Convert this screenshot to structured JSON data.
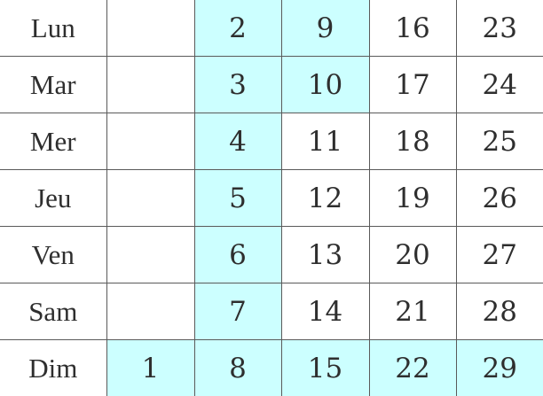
{
  "calendar": {
    "highlight_color": "#ccffff",
    "rows": [
      {
        "day": "Lun",
        "cells": [
          {
            "text": "",
            "hl": false
          },
          {
            "text": "2",
            "hl": true
          },
          {
            "text": "9",
            "hl": true
          },
          {
            "text": "16",
            "hl": false
          },
          {
            "text": "23",
            "hl": false
          }
        ]
      },
      {
        "day": "Mar",
        "cells": [
          {
            "text": "",
            "hl": false
          },
          {
            "text": "3",
            "hl": true
          },
          {
            "text": "10",
            "hl": true
          },
          {
            "text": "17",
            "hl": false
          },
          {
            "text": "24",
            "hl": false
          }
        ]
      },
      {
        "day": "Mer",
        "cells": [
          {
            "text": "",
            "hl": false
          },
          {
            "text": "4",
            "hl": true
          },
          {
            "text": "11",
            "hl": false
          },
          {
            "text": "18",
            "hl": false
          },
          {
            "text": "25",
            "hl": false
          }
        ]
      },
      {
        "day": "Jeu",
        "cells": [
          {
            "text": "",
            "hl": false
          },
          {
            "text": "5",
            "hl": true
          },
          {
            "text": "12",
            "hl": false
          },
          {
            "text": "19",
            "hl": false
          },
          {
            "text": "26",
            "hl": false
          }
        ]
      },
      {
        "day": "Ven",
        "cells": [
          {
            "text": "",
            "hl": false
          },
          {
            "text": "6",
            "hl": true
          },
          {
            "text": "13",
            "hl": false
          },
          {
            "text": "20",
            "hl": false
          },
          {
            "text": "27",
            "hl": false
          }
        ]
      },
      {
        "day": "Sam",
        "cells": [
          {
            "text": "",
            "hl": false
          },
          {
            "text": "7",
            "hl": true
          },
          {
            "text": "14",
            "hl": false
          },
          {
            "text": "21",
            "hl": false
          },
          {
            "text": "28",
            "hl": false
          }
        ]
      },
      {
        "day": "Dim",
        "cells": [
          {
            "text": "1",
            "hl": true
          },
          {
            "text": "8",
            "hl": true
          },
          {
            "text": "15",
            "hl": true
          },
          {
            "text": "22",
            "hl": true
          },
          {
            "text": "29",
            "hl": true
          }
        ]
      }
    ]
  }
}
